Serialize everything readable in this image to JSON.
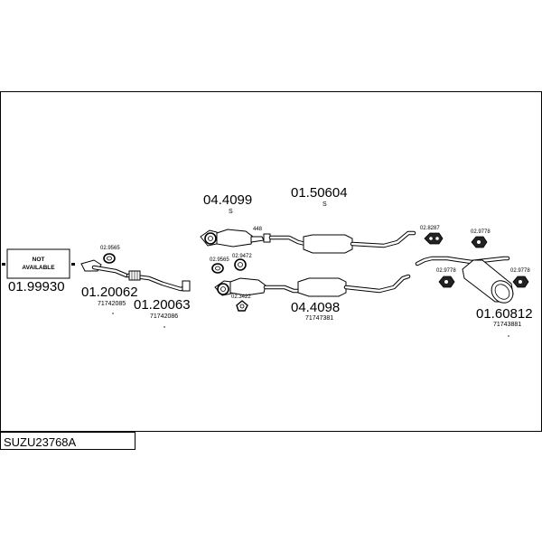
{
  "diagram": {
    "not_available_line1": "NOT",
    "not_available_line2": "AVAILABLE",
    "parts": {
      "p01_99930": "01.99930",
      "p01_20062": "01.20062",
      "p01_20062_ref": "71742085",
      "p01_20063": "01.20063",
      "p01_20063_ref": "71742086",
      "p04_4099": "04.4099",
      "p04_4099_note": "S",
      "p01_50604": "01.50604",
      "p01_50604_note": "S",
      "p04_4098": "04.4098",
      "p04_4098_ref": "71747381",
      "p01_60812": "01.60812",
      "p01_60812_ref": "71743881"
    },
    "accessories": {
      "a02_9565_top": "02.9565",
      "a02_9565_mid": "02.9565",
      "a02_9472": "02.9472",
      "a02_3422": "02.3422",
      "a02_8287": "02.8287",
      "a02_9778_a": "02.9778",
      "a02_9778_b": "02.9778",
      "a02_9778_c": "02.9778",
      "a448": "448"
    },
    "code": "SUZU23768A"
  }
}
